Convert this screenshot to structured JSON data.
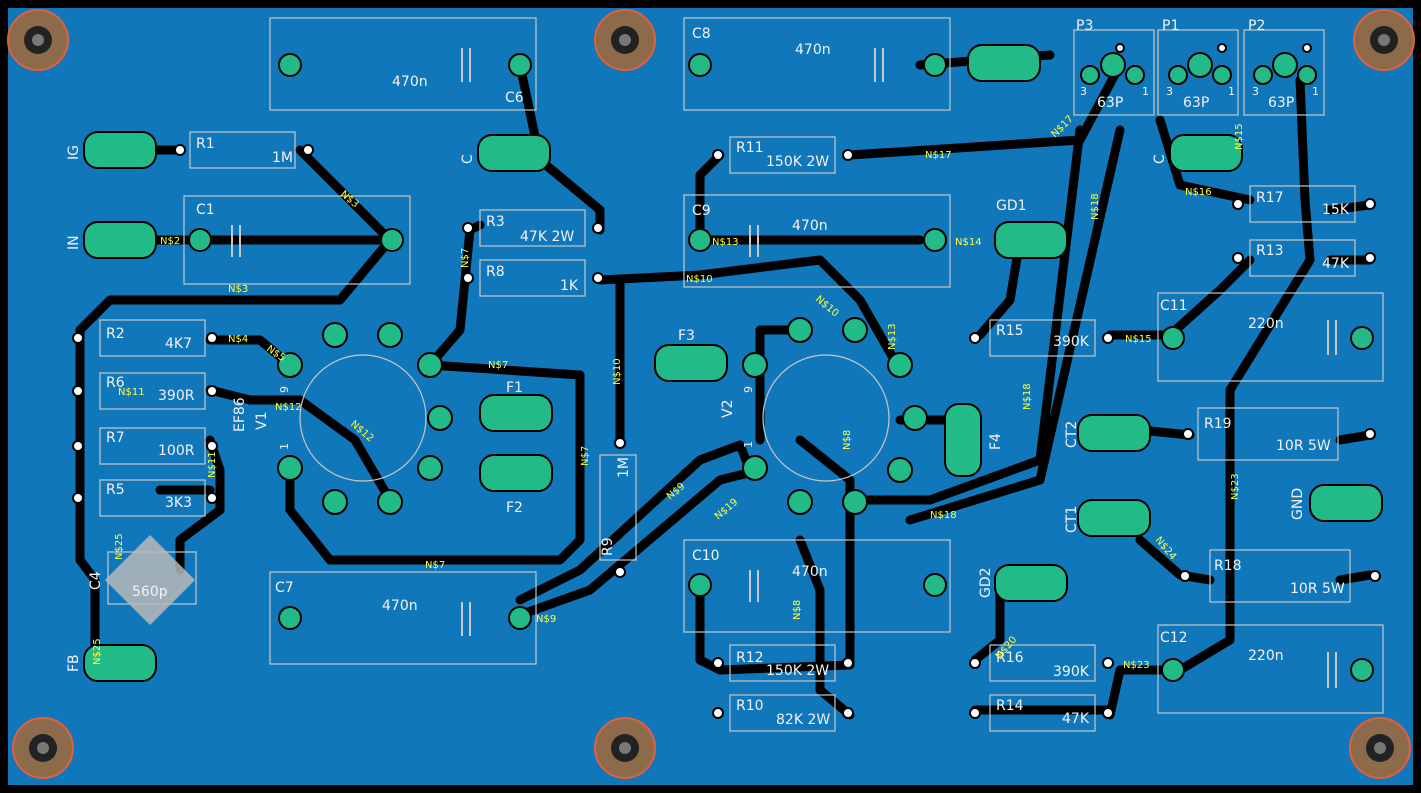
{
  "board": {
    "copper_color": "#1177bb",
    "trace_color": "#000000",
    "pad_color": "#22bb88",
    "silk_color": "#f2f2f2",
    "signal_label_color": "#ffff40"
  },
  "labels": {
    "r1": "R1",
    "r1_val": "1M",
    "c1": "C1",
    "r2": "R2",
    "r2_val": "4K7",
    "r6": "R6",
    "r6_val": "390R",
    "r7": "R7",
    "r7_val": "100R",
    "r5": "R5",
    "r5_val": "3K3",
    "c4": "C4",
    "c4_val": "560p",
    "c6": "C6",
    "c6_val": "470n",
    "c7": "C7",
    "c7_val": "470n",
    "c8": "C8",
    "c8_val": "470n",
    "c9": "C9",
    "c9_val": "470n",
    "c10": "C10",
    "c10_val": "470n",
    "c11": "C11",
    "c11_val": "220n",
    "c12": "C12",
    "c12_val": "220n",
    "r3": "R3",
    "r3_val": "47K 2W",
    "r8": "R8",
    "r8_val": "1K",
    "r9": "R9",
    "r9_val": "1M",
    "r11": "R11",
    "r11_val": "150K 2W",
    "r12": "R12",
    "r12_val": "150K 2W",
    "r10": "R10",
    "r10_val": "82K 2W",
    "r15": "R15",
    "r15_val": "390K",
    "r16": "R16",
    "r16_val": "390K",
    "r14": "R14",
    "r14_val": "47K",
    "r17": "R17",
    "r17_val": "15K",
    "r13": "R13",
    "r13_val": "47K",
    "r19": "R19",
    "r19_val": "10R 5W",
    "r18": "R18",
    "r18_val": "10R 5W",
    "p1": "P1",
    "p2": "P2",
    "p3": "P3",
    "pot_val": "63P",
    "f1": "F1",
    "f2": "F2",
    "f3": "F3",
    "f4": "F4",
    "gd1": "GD1",
    "gd2": "GD2",
    "ct1": "CT1",
    "ct2": "CT2",
    "v1": "V1",
    "v1_type": "EF86",
    "v2": "V2",
    "in": "IN",
    "fb": "FB",
    "ig": "IG",
    "gnd": "GND",
    "c_conn": "C",
    "pin1": "1",
    "pin9": "9",
    "pin3": "3",
    "nets": [
      "N$3",
      "N$2",
      "N$4",
      "N$5",
      "N$7",
      "N$8",
      "N$9",
      "N$10",
      "N$11",
      "N$12",
      "N$13",
      "N$14",
      "N$15",
      "N$16",
      "N$17",
      "N$18",
      "N$19",
      "N$20",
      "N$23",
      "N$24",
      "N$25"
    ]
  }
}
